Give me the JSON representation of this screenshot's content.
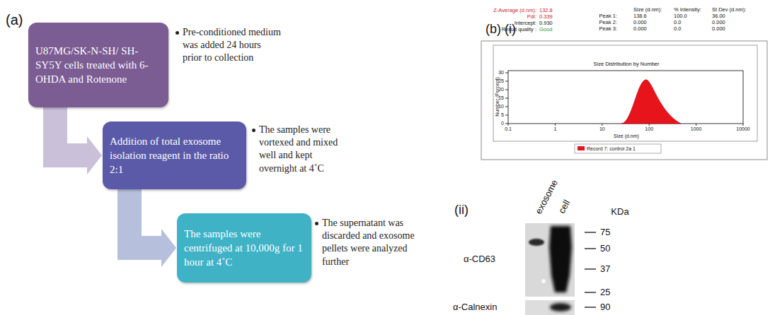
{
  "diagram": {
    "nodes": [
      {
        "text": [
          "U87MG/SK-N-SH/ SH-SY5Y cells treated with 6-OHDA and Rotenone"
        ]
      },
      {
        "text": [
          "Addition of total exosome isolation reagent in the ratio 2:1"
        ]
      },
      {
        "text": [
          "The samples were centrifuged at 10,000g for 1 hour at 4˚C"
        ]
      }
    ],
    "edges": [
      {
        "from": 0,
        "to": 1,
        "arrow": "to"
      },
      {
        "from": 1,
        "to": 2,
        "arrow": "to"
      }
    ],
    "labels": [
      "(a)",
      "Pre-conditioned medium was added 24 hours prior to collection",
      "The samples were vortexed and mixed well and kept overnight at 4˚C",
      "The supernatant was discarded and exosome pellets were analyzed further",
      "(b) (i)",
      "Z-Average (d.nm):",
      "132.8",
      "PdI:",
      "0.339",
      "Intercept:",
      "0.930",
      "Result quality :",
      "Good",
      "Size (d.nm):",
      "% Intensity:",
      "St Dev (d.nm):",
      "Peak 1:",
      "138.6",
      "100.0",
      "36.00",
      "Peak 2:",
      "0.000",
      "0.0",
      "0.000",
      "Peak 3:",
      "0.000",
      "0.0",
      "0.000",
      "Size Distribution by Number",
      "Number (Percent)",
      "0",
      "5",
      "10",
      "15",
      "20",
      "25",
      "30",
      "0.1",
      "1",
      "10",
      "100",
      "1000",
      "10000",
      "Size (d.nm)",
      "(ii)",
      "exosome",
      "cell",
      "KDa",
      "75",
      "50",
      "37",
      "25",
      "α-CD63",
      "α-Calnexin",
      "90"
    ],
    "legend": [
      {
        "text": "Record 7: control 2a 1",
        "color": "#e8141c"
      }
    ]
  }
}
